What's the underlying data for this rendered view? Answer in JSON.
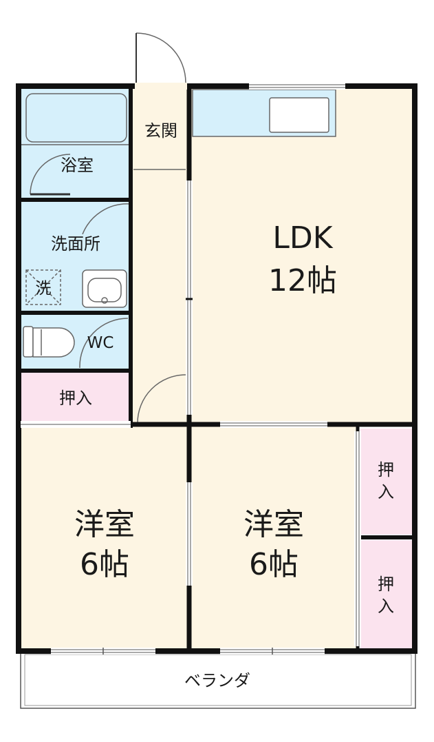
{
  "rooms": {
    "ldk": {
      "name": "LDK",
      "size": "12帖"
    },
    "western_left": {
      "name": "洋室",
      "size": "6帖"
    },
    "western_right": {
      "name": "洋室",
      "size": "6帖"
    },
    "entrance": {
      "name": "玄関"
    },
    "bath": {
      "name": "浴室"
    },
    "washroom": {
      "name": "洗面所"
    },
    "washer": {
      "name": "洗"
    },
    "toilet": {
      "name": "WC"
    },
    "closet_left": {
      "name": "押入"
    },
    "closet_right_top": {
      "name": "押入"
    },
    "closet_right_bottom": {
      "name": "押入"
    },
    "veranda": {
      "name": "ベランダ"
    }
  },
  "colors": {
    "floor": "#fdf5e3",
    "wet_area": "#d6f0fb",
    "closet": "#fbe3ee",
    "wall": "#111111"
  }
}
